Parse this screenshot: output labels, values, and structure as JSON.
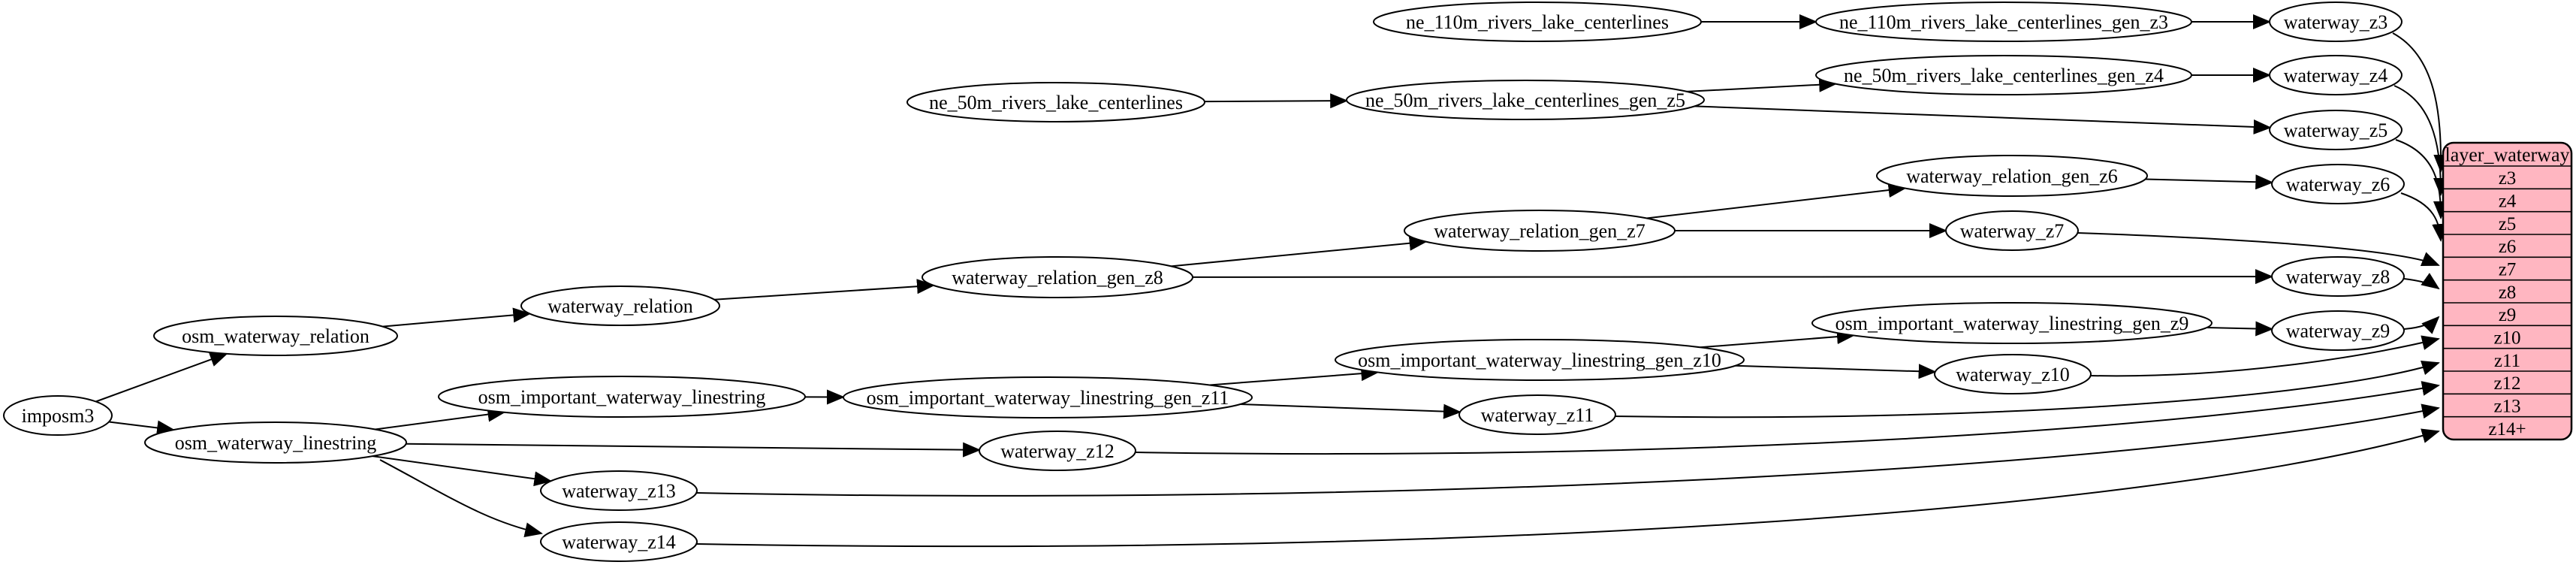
{
  "page": {
    "background": "#ffffff"
  },
  "diagram": {
    "kind": "etl-dependency-graph",
    "direction": "left-to-right",
    "colors": {
      "node_fill": "#ffffff",
      "node_border": "#000000",
      "edge": "#000000",
      "text": "#000000",
      "table_fill": "#ffb6c1",
      "table_border": "#000000"
    },
    "nodes": [
      {
        "id": "imposm3",
        "label": "imposm3"
      },
      {
        "id": "osm_waterway_relation",
        "label": "osm_waterway_relation"
      },
      {
        "id": "osm_waterway_linestring",
        "label": "osm_waterway_linestring"
      },
      {
        "id": "waterway_relation",
        "label": "waterway_relation"
      },
      {
        "id": "osm_important_waterway_linestring",
        "label": "osm_important_waterway_linestring"
      },
      {
        "id": "waterway_z13",
        "label": "waterway_z13"
      },
      {
        "id": "waterway_z14",
        "label": "waterway_z14"
      },
      {
        "id": "ne_50m_rivers_lake_centerlines",
        "label": "ne_50m_rivers_lake_centerlines"
      },
      {
        "id": "waterway_relation_gen_z8",
        "label": "waterway_relation_gen_z8"
      },
      {
        "id": "osm_important_waterway_linestring_gen_z11",
        "label": "osm_important_waterway_linestring_gen_z11"
      },
      {
        "id": "waterway_z12",
        "label": "waterway_z12"
      },
      {
        "id": "ne_110m_rivers_lake_centerlines",
        "label": "ne_110m_rivers_lake_centerlines"
      },
      {
        "id": "ne_50m_rivers_lake_centerlines_gen_z5",
        "label": "ne_50m_rivers_lake_centerlines_gen_z5"
      },
      {
        "id": "waterway_relation_gen_z7",
        "label": "waterway_relation_gen_z7"
      },
      {
        "id": "osm_important_waterway_linestring_gen_z10",
        "label": "osm_important_waterway_linestring_gen_z10"
      },
      {
        "id": "waterway_z11",
        "label": "waterway_z11"
      },
      {
        "id": "ne_110m_rivers_lake_centerlines_gen_z3",
        "label": "ne_110m_rivers_lake_centerlines_gen_z3"
      },
      {
        "id": "ne_50m_rivers_lake_centerlines_gen_z4",
        "label": "ne_50m_rivers_lake_centerlines_gen_z4"
      },
      {
        "id": "waterway_relation_gen_z6",
        "label": "waterway_relation_gen_z6"
      },
      {
        "id": "osm_important_waterway_linestring_gen_z9",
        "label": "osm_important_waterway_linestring_gen_z9"
      },
      {
        "id": "waterway_z10",
        "label": "waterway_z10"
      },
      {
        "id": "waterway_z3",
        "label": "waterway_z3"
      },
      {
        "id": "waterway_z4",
        "label": "waterway_z4"
      },
      {
        "id": "waterway_z5",
        "label": "waterway_z5"
      },
      {
        "id": "waterway_z6",
        "label": "waterway_z6"
      },
      {
        "id": "waterway_z7",
        "label": "waterway_z7"
      },
      {
        "id": "waterway_z8",
        "label": "waterway_z8"
      },
      {
        "id": "waterway_z9",
        "label": "waterway_z9"
      }
    ],
    "edges": [
      {
        "from": "ne_110m_rivers_lake_centerlines",
        "to": "ne_110m_rivers_lake_centerlines_gen_z3"
      },
      {
        "from": "ne_110m_rivers_lake_centerlines_gen_z3",
        "to": "waterway_z3"
      },
      {
        "from": "waterway_z3",
        "to": "table:z3"
      },
      {
        "from": "ne_50m_rivers_lake_centerlines",
        "to": "ne_50m_rivers_lake_centerlines_gen_z5"
      },
      {
        "from": "ne_50m_rivers_lake_centerlines_gen_z5",
        "to": "ne_50m_rivers_lake_centerlines_gen_z4"
      },
      {
        "from": "ne_50m_rivers_lake_centerlines_gen_z4",
        "to": "waterway_z4"
      },
      {
        "from": "ne_50m_rivers_lake_centerlines_gen_z5",
        "to": "waterway_z5"
      },
      {
        "from": "waterway_z4",
        "to": "table:z4"
      },
      {
        "from": "waterway_z5",
        "to": "table:z5"
      },
      {
        "from": "imposm3",
        "to": "osm_waterway_relation"
      },
      {
        "from": "imposm3",
        "to": "osm_waterway_linestring"
      },
      {
        "from": "osm_waterway_relation",
        "to": "waterway_relation"
      },
      {
        "from": "waterway_relation",
        "to": "waterway_relation_gen_z8"
      },
      {
        "from": "waterway_relation_gen_z8",
        "to": "waterway_relation_gen_z7"
      },
      {
        "from": "waterway_relation_gen_z7",
        "to": "waterway_relation_gen_z6"
      },
      {
        "from": "waterway_relation_gen_z6",
        "to": "waterway_z6"
      },
      {
        "from": "waterway_relation_gen_z7",
        "to": "waterway_z7"
      },
      {
        "from": "waterway_relation_gen_z8",
        "to": "waterway_z8"
      },
      {
        "from": "waterway_z6",
        "to": "table:z6"
      },
      {
        "from": "waterway_z7",
        "to": "table:z7"
      },
      {
        "from": "waterway_z8",
        "to": "table:z8"
      },
      {
        "from": "osm_waterway_linestring",
        "to": "osm_important_waterway_linestring"
      },
      {
        "from": "osm_important_waterway_linestring",
        "to": "osm_important_waterway_linestring_gen_z11"
      },
      {
        "from": "osm_important_waterway_linestring_gen_z11",
        "to": "osm_important_waterway_linestring_gen_z10"
      },
      {
        "from": "osm_important_waterway_linestring_gen_z10",
        "to": "osm_important_waterway_linestring_gen_z9"
      },
      {
        "from": "osm_important_waterway_linestring_gen_z9",
        "to": "waterway_z9"
      },
      {
        "from": "osm_important_waterway_linestring_gen_z10",
        "to": "waterway_z10"
      },
      {
        "from": "osm_important_waterway_linestring_gen_z11",
        "to": "waterway_z11"
      },
      {
        "from": "waterway_z9",
        "to": "table:z9"
      },
      {
        "from": "waterway_z10",
        "to": "table:z10"
      },
      {
        "from": "waterway_z11",
        "to": "table:z11"
      },
      {
        "from": "osm_waterway_linestring",
        "to": "waterway_z12"
      },
      {
        "from": "waterway_z12",
        "to": "table:z12"
      },
      {
        "from": "osm_waterway_linestring",
        "to": "waterway_z13"
      },
      {
        "from": "waterway_z13",
        "to": "table:z13"
      },
      {
        "from": "osm_waterway_linestring",
        "to": "waterway_z14"
      },
      {
        "from": "waterway_z14",
        "to": "table:z14+"
      }
    ],
    "table": {
      "id": "layer_waterway",
      "title": "layer_waterway",
      "rows": [
        "z3",
        "z4",
        "z5",
        "z6",
        "z7",
        "z8",
        "z9",
        "z10",
        "z11",
        "z12",
        "z13",
        "z14+"
      ]
    }
  }
}
